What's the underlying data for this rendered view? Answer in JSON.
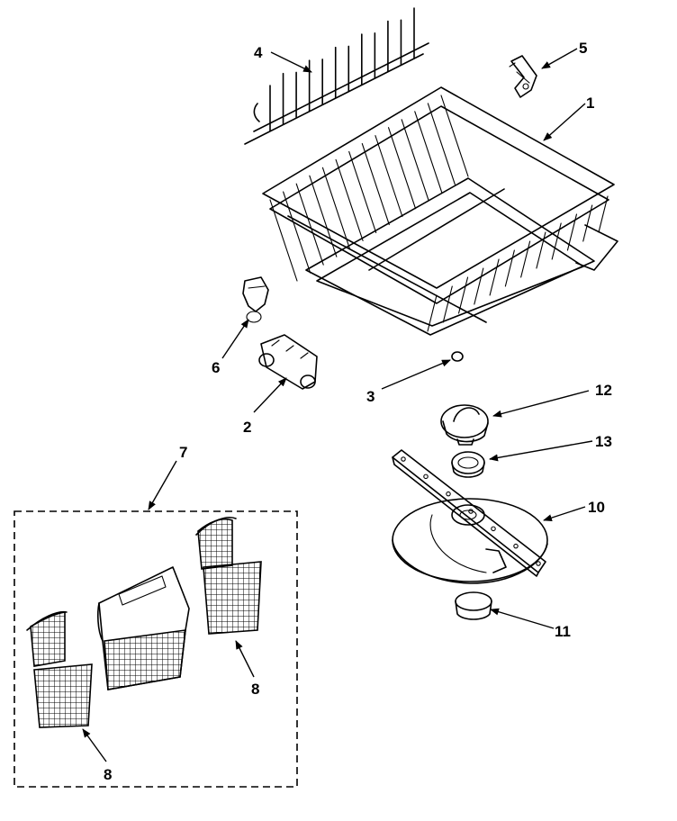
{
  "diagram": {
    "callouts": [
      {
        "id": "c1",
        "text": "1"
      },
      {
        "id": "c2",
        "text": "2"
      },
      {
        "id": "c3",
        "text": "3"
      },
      {
        "id": "c4",
        "text": "4"
      },
      {
        "id": "c5",
        "text": "5"
      },
      {
        "id": "c6",
        "text": "6"
      },
      {
        "id": "c7",
        "text": "7"
      },
      {
        "id": "c8a",
        "text": "8"
      },
      {
        "id": "c8b",
        "text": "8"
      },
      {
        "id": "c10",
        "text": "10"
      },
      {
        "id": "c11",
        "text": "11"
      },
      {
        "id": "c12",
        "text": "12"
      },
      {
        "id": "c13",
        "text": "13"
      }
    ]
  }
}
